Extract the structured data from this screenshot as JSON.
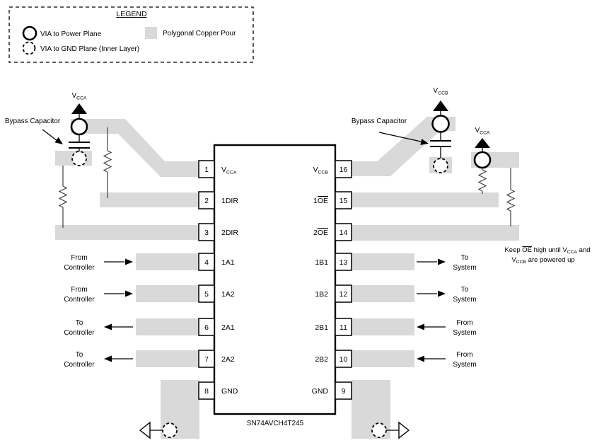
{
  "colors": {
    "copper_pour": "#d9d9d9",
    "ink": "#000000",
    "background": "#ffffff"
  },
  "legend": {
    "title": "LEGEND",
    "via_power_label": "VIA to Power Plane",
    "copper_pour_label": "Polygonal Copper Pour",
    "via_gnd_label": "VIA to GND Plane (Inner Layer)"
  },
  "power": {
    "vcca_main": "V",
    "vcca_sub": "CCA",
    "vccb_main": "V",
    "vccb_sub": "CCB",
    "bypass_capacitor_label": "Bypass Capacitor"
  },
  "chip": {
    "name": "SN74AVCH4T245",
    "left_pins": [
      {
        "number": "1",
        "label_main": "V",
        "label_sub": "CCA"
      },
      {
        "number": "2",
        "label": "1DIR"
      },
      {
        "number": "3",
        "label": "2DIR"
      },
      {
        "number": "4",
        "label": "1A1"
      },
      {
        "number": "5",
        "label": "1A2"
      },
      {
        "number": "6",
        "label": "2A1"
      },
      {
        "number": "7",
        "label": "2A2"
      },
      {
        "number": "8",
        "label": "GND"
      }
    ],
    "right_pins": [
      {
        "number": "16",
        "label_main": "V",
        "label_sub": "CCB"
      },
      {
        "number": "15",
        "label_prefix": "1",
        "label_overline": "OE"
      },
      {
        "number": "14",
        "label_prefix": "2",
        "label_overline": "OE"
      },
      {
        "number": "13",
        "label": "1B1"
      },
      {
        "number": "12",
        "label": "1B2"
      },
      {
        "number": "11",
        "label": "2B1"
      },
      {
        "number": "10",
        "label": "2B2"
      },
      {
        "number": "9",
        "label": "GND"
      }
    ]
  },
  "signals": {
    "from": "From",
    "to": "To",
    "controller": "Controller",
    "system": "System"
  },
  "note": {
    "part1": "Keep ",
    "part2_overline": "OE",
    "part3": " high until V",
    "part4_sub": "CCA",
    "part5": " and",
    "line2_part1": "V",
    "line2_part2_sub": "CCB",
    "line2_part3": " are powered up"
  }
}
